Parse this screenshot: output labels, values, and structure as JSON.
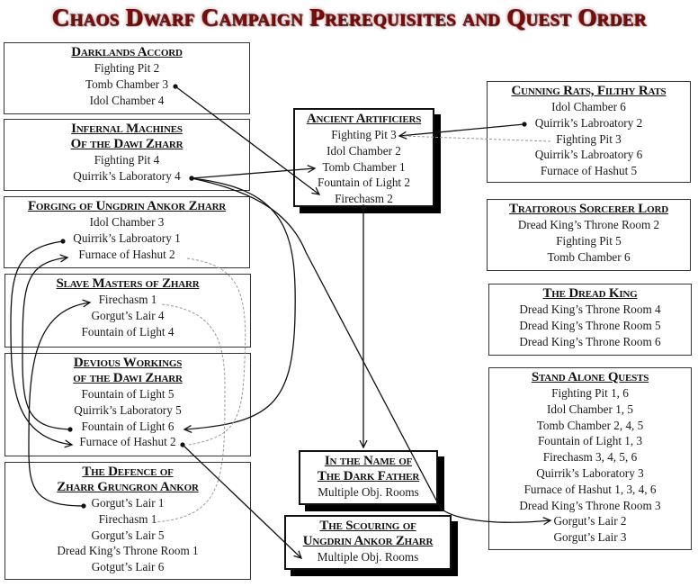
{
  "title": "Chaos Dwarf Campaign Prerequisites and Quest Order",
  "boxes": {
    "darklands_accord": {
      "title": [
        "Darklands Accord"
      ],
      "items": [
        "Fighting Pit 2",
        "Tomb Chamber 3",
        "Idol Chamber 4"
      ]
    },
    "infernal_machines": {
      "title": [
        "Infernal Machines",
        "Of the Dawi Zharr"
      ],
      "items": [
        "Fighting Pit 4",
        "Quirrik’s Laboratory 4"
      ]
    },
    "forging": {
      "title": [
        "Forging of Ungdrin Ankor Zharr"
      ],
      "items": [
        "Idol Chamber 3",
        "Quirrik’s Labroatory 1",
        "Furnace of Hashut 2"
      ]
    },
    "slave_masters": {
      "title": [
        "Slave Masters of Zharr"
      ],
      "items": [
        "Firechasm 1",
        "Gorgut’s Lair 4",
        "Fountain of Light 4"
      ]
    },
    "devious_workings": {
      "title": [
        "Devious Workings",
        "of the Dawi Zharr"
      ],
      "items": [
        "Fountain of Light 5",
        "Quirrik’s Laboratory 5",
        "Fountain of Light 6",
        "Furnace of Hashut 2"
      ]
    },
    "defence": {
      "title": [
        "The Defence of",
        "Zharr Grungron Ankor"
      ],
      "items": [
        "Gorgut’s Lair 1",
        "Firechasm 1",
        "Gorgut’s Lair 5",
        "Dread King’s Throne Room 1",
        "Gotgut’s Lair 6"
      ]
    },
    "ancient_artificiers": {
      "title": [
        "Ancient Artificiers"
      ],
      "items": [
        "Fighting Pit 3",
        "Idol Chamber 2",
        "Tomb Chamber 1",
        "Fountain of Light 2",
        "Firechasm 2"
      ]
    },
    "dark_father": {
      "title": [
        "In the Name of",
        "The Dark Father"
      ],
      "items": [
        "Multiple Obj. Rooms"
      ]
    },
    "scouring": {
      "title": [
        "The Scouring of",
        "Ungdrin Ankor Zharr"
      ],
      "items": [
        "Multiple Obj. Rooms"
      ]
    },
    "cunning_rats": {
      "title": [
        "Cunning Rats, Filthy Rats"
      ],
      "items": [
        "Idol Chamber 6",
        "Quirrik’s Labroatory 2",
        "Fighting Pit 3",
        "Quirrik’s Labroatory 6",
        "Furnace of Hashut 5"
      ]
    },
    "traitorous": {
      "title": [
        "Traitorous Sorcerer Lord"
      ],
      "items": [
        "Dread King’s Throne Room 2",
        "Fighting Pit 5",
        "Tomb Chamber 6"
      ]
    },
    "dread_king": {
      "title": [
        "The Dread King"
      ],
      "items": [
        "Dread King’s Throne Room 4",
        "Dread King’s Throne Room 5",
        "Dread King’s Throne Room 6"
      ]
    },
    "stand_alone": {
      "title": [
        "Stand Alone Quests"
      ],
      "items": [
        "Fighting Pit 1, 6",
        "Idol Chamber 1, 5",
        "Tomb Chamber 2, 4, 5",
        "Fountain of Light 1, 3",
        "Firechasm 3, 4, 5, 6",
        "Quirrik’s Laboratory 3",
        "Furnace of Hashut 1, 3, 4, 6",
        "Dread King’s Throne Room 3",
        "Gorgut’s Lair 2",
        "Gorgut’s Lair 3"
      ]
    }
  },
  "connections": [
    {
      "from": "Darklands Accord: Tomb Chamber 3",
      "to": "Ancient Artificiers: Firechasm 2",
      "style": "solid"
    },
    {
      "from": "Infernal Machines: Quirrik’s Laboratory 4",
      "to": "Ancient Artificiers: Tomb Chamber 1",
      "style": "solid"
    },
    {
      "from": "Infernal Machines: Quirrik’s Laboratory 4",
      "to": "Devious Workings: Fountain of Light 6",
      "style": "solid"
    },
    {
      "from": "Infernal Machines: Quirrik’s Laboratory 4",
      "to": "Stand Alone Quests: Gorgut’s Lair 2",
      "style": "solid"
    },
    {
      "from": "Cunning Rats: Quirrik’s Labroatory 2",
      "to": "Ancient Artificiers: Fighting Pit 3",
      "style": "solid"
    },
    {
      "from": "Cunning Rats: Fighting Pit 3",
      "to": "Ancient Artificiers: Fighting Pit 3",
      "style": "dashed"
    },
    {
      "from": "Ancient Artificiers: Firechasm 2",
      "to": "In the Name of The Dark Father",
      "style": "solid"
    },
    {
      "from": "Forging: Quirrik’s Labroatory 1",
      "to": "Devious Workings: Furnace of Hashut 2",
      "style": "solid"
    },
    {
      "from": "Devious Workings: Fountain of Light 6",
      "to": "Forging: Furnace of Hashut 2",
      "style": "solid"
    },
    {
      "from": "Defence: Gorgut’s Lair 1",
      "to": "Slave Masters: Firechasm 1",
      "style": "solid"
    },
    {
      "from": "Devious Workings: Furnace of Hashut 2",
      "to": "Scouring: Multiple Obj. Rooms",
      "style": "solid"
    },
    {
      "from": "Forging: Furnace of Hashut 2",
      "to": "Devious Workings: Furnace of Hashut 2",
      "style": "dashed"
    },
    {
      "from": "Slave Masters: Firechasm 1",
      "to": "Defence: Firechasm 1",
      "style": "dashed"
    }
  ]
}
